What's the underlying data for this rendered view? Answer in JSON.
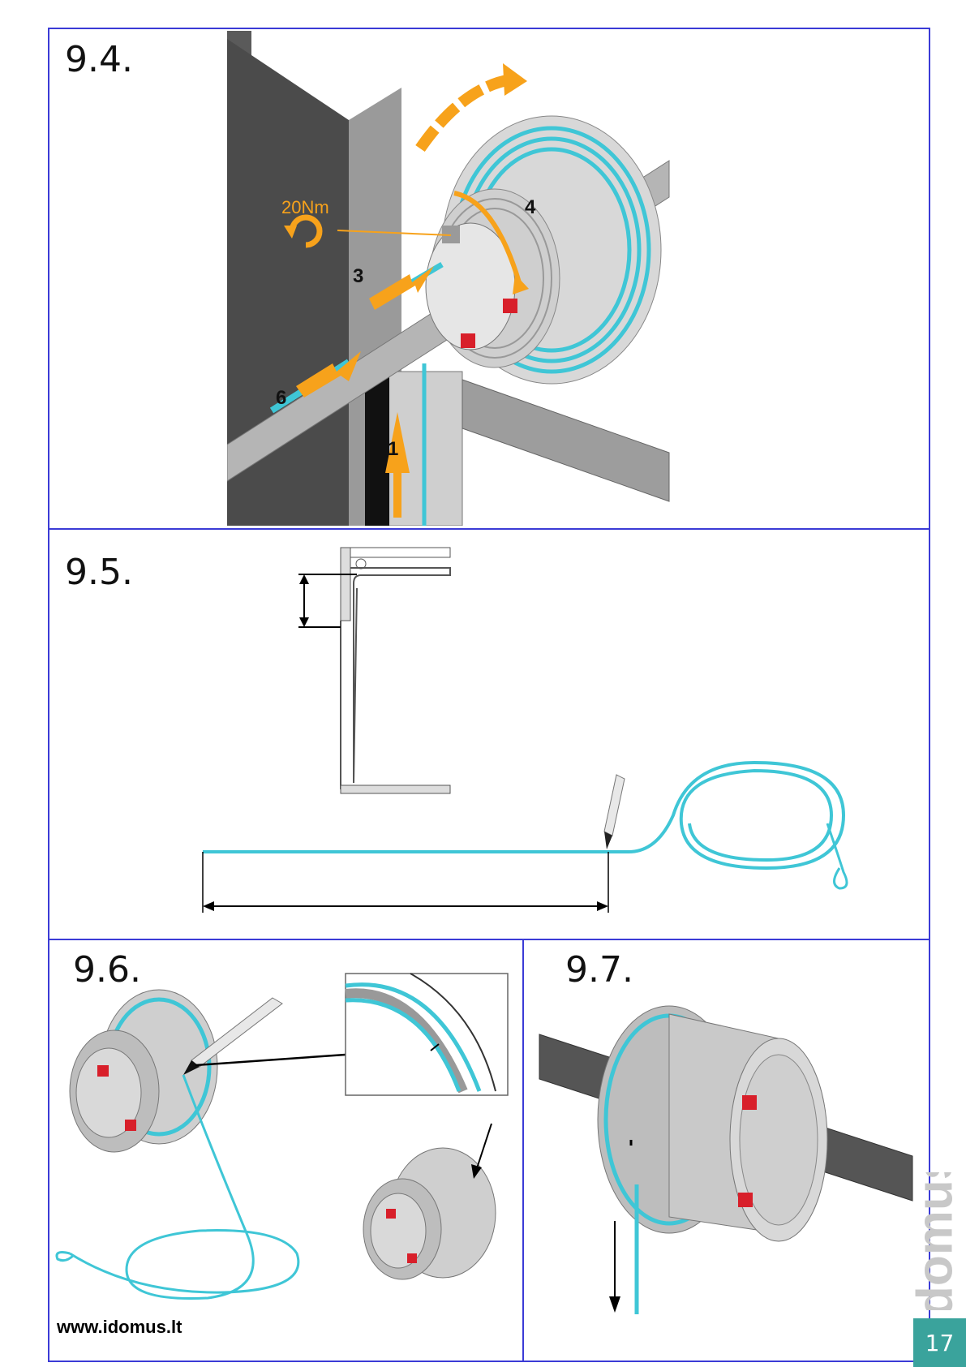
{
  "steps": {
    "s94": "9.4.",
    "s95": "9.5.",
    "s96": "9.6.",
    "s97": "9.7."
  },
  "callouts": {
    "torque": "20Nm",
    "n1": "1",
    "n3": "3",
    "n4": "4",
    "n6": "6"
  },
  "footer": {
    "url": "www.idomus.lt",
    "page": "17"
  },
  "brand": {
    "wordmark": "idomus"
  },
  "colors": {
    "frame": "#3b3bd6",
    "cable": "#3fc6d6",
    "arrow": "#f7a21b",
    "bolt": "#d81f2a",
    "page_badge": "#3aa39c"
  }
}
